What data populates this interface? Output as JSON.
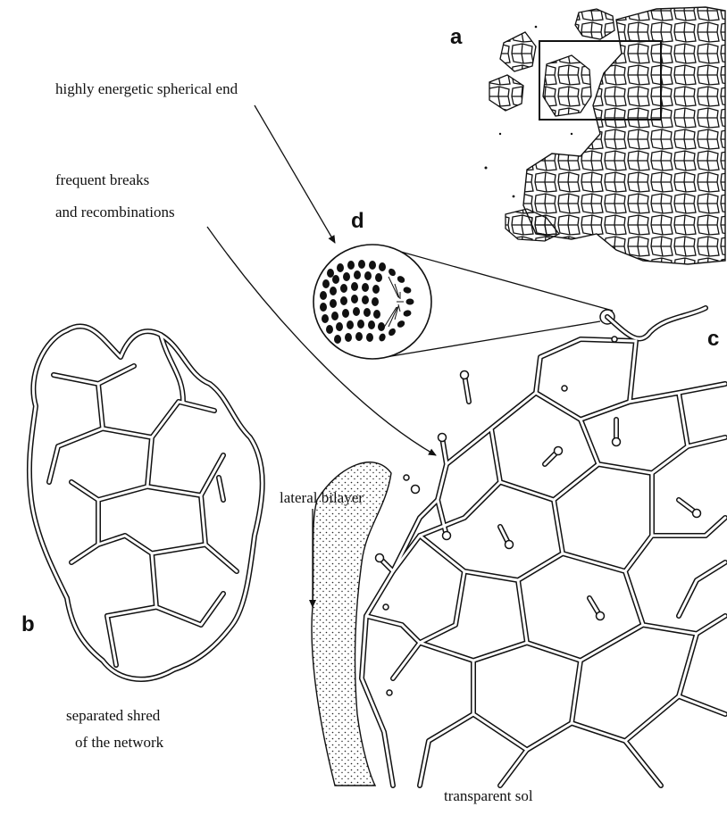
{
  "panels": {
    "a": "a",
    "b": "b",
    "c": "c",
    "d": "d"
  },
  "labels": {
    "spherical_end": "highly energetic spherical end",
    "breaks_line1": "frequent breaks",
    "breaks_line2": "and recombinations",
    "lateral_bilayer": "lateral bilayer",
    "shred_line1": "separated shred",
    "shred_line2": "of the network",
    "transparent_sol": "transparent sol"
  },
  "colors": {
    "ink": "#111111",
    "paper": "#ffffff"
  }
}
